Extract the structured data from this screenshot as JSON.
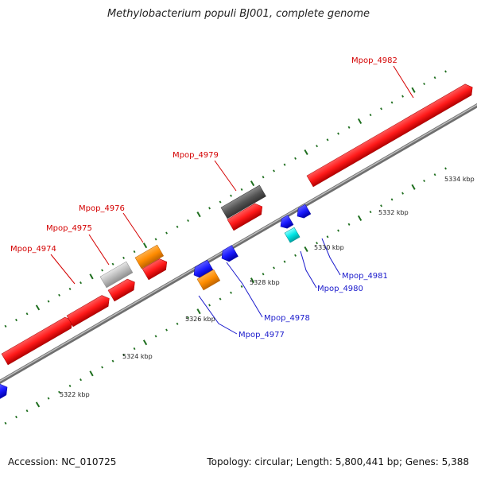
{
  "title": "Methylobacterium populi BJ001, complete genome",
  "footer": {
    "accession": "Accession: NC_010725",
    "topology": "Topology: circular; Length: 5,800,441 bp; Genes: 5,388"
  },
  "colors": {
    "forward_gene": "#ff1a1a",
    "reverse_gene": "#1a1aff",
    "orange_gene": "#ff8c00",
    "gray_gene": "#bbbbbb",
    "dark_gray_gene": "#555555",
    "cyan_gene": "#00e5e5",
    "backbone": "#888888",
    "tick": "#1e6e1e",
    "forward_label": "#d40000",
    "reverse_label": "#1a1acc"
  },
  "scale_labels": [
    "5322 kbp",
    "5324 kbp",
    "5326 kbp",
    "5328 kbp",
    "5330 kbp",
    "5332 kbp",
    "5334 kbp"
  ],
  "gene_labels": {
    "forward": [
      "Mpop_4974",
      "Mpop_4975",
      "Mpop_4976",
      "Mpop_4979",
      "Mpop_4982"
    ],
    "reverse": [
      "Mpop_4977",
      "Mpop_4978",
      "Mpop_4980",
      "Mpop_4981"
    ]
  }
}
